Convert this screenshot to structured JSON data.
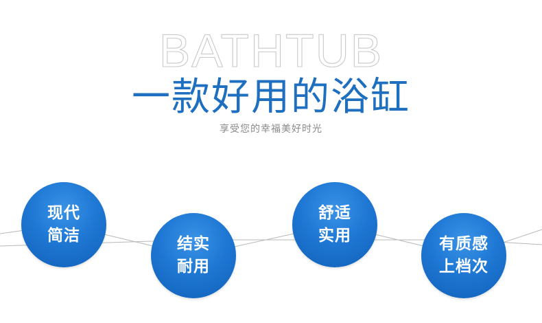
{
  "header": {
    "title_en": "BATHTUB",
    "title_cn": "一款好用的浴缸",
    "tagline": "享受您的幸福美好时光"
  },
  "features": [
    {
      "lines": [
        "现代",
        "简洁"
      ]
    },
    {
      "lines": [
        "结实",
        "耐用"
      ]
    },
    {
      "lines": [
        "舒适",
        "实用"
      ]
    },
    {
      "lines": [
        "有质感",
        "上档次"
      ]
    }
  ],
  "colors": {
    "accent": "#1f6fc0",
    "circle": "#1f78d4",
    "title_en_outline": "#c9c9c9",
    "tagline": "#8a8a8a",
    "connector": "#b8b8b8"
  }
}
